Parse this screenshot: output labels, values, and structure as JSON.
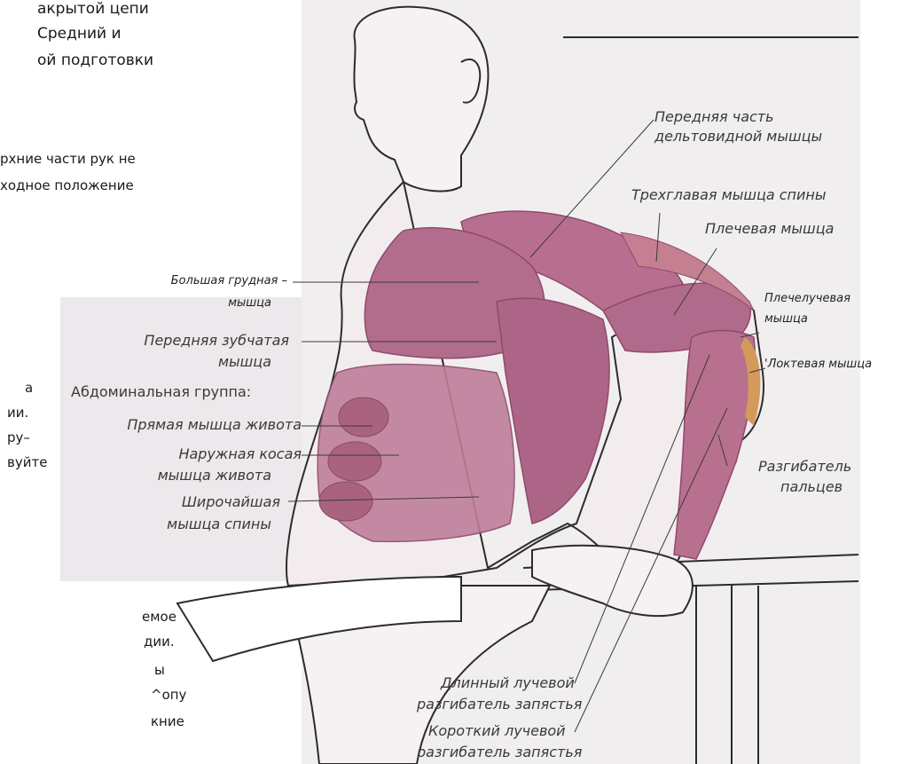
{
  "text_left": {
    "l1": "акрытой цепи",
    "l2": "Средний и",
    "l3": "ой подготовки",
    "l4": "рхние части рук не",
    "l5": "ходное положение",
    "l6": "а",
    "l7": "ии.",
    "l8": "ру–",
    "l9": "вуйте",
    "l10": "емое",
    "l11": "дии.",
    "l12": "ы",
    "l13": "^опу",
    "l14": "кние"
  },
  "labels": {
    "front_delt_1": "Передняя часть",
    "front_delt_2": "дельтовидной мышцы",
    "triceps": "Трехглавая мышца спины",
    "brachialis": "Плечевая мышца",
    "brachioradialis_1": "Плечелучевая",
    "brachioradialis_2": "мышца",
    "anconeus": "'Локтевая   мышца",
    "extensor_digitorum_1": "Разгибатель",
    "extensor_digitorum_2": "пальцев",
    "pec_major_1": "Большая грудная –",
    "pec_major_2": "мышца",
    "serratus_1": "Передняя зубчатая",
    "serratus_2": "мышца",
    "abdominal_group": "Абдоминальная группа:",
    "rectus": "Прямая мышца живота",
    "oblique_1": "Наружная косая",
    "oblique_2": "мышца живота",
    "lat_1": "Широчайшая",
    "lat_2": "мышца спины",
    "ecrl_1": "Длинный лучевой",
    "ecrl_2": "разгибатель запястья",
    "ecrb_1": "Короткий лучевой",
    "ecrb_2": "разгибатель запястья"
  },
  "colors": {
    "muscle": "#b86f8f",
    "muscle_dark": "#8e4a6b",
    "skin": "#f3ecef",
    "outline": "#2c2c2c",
    "tendon": "#d49a5a",
    "panel": "#ede9ec"
  }
}
